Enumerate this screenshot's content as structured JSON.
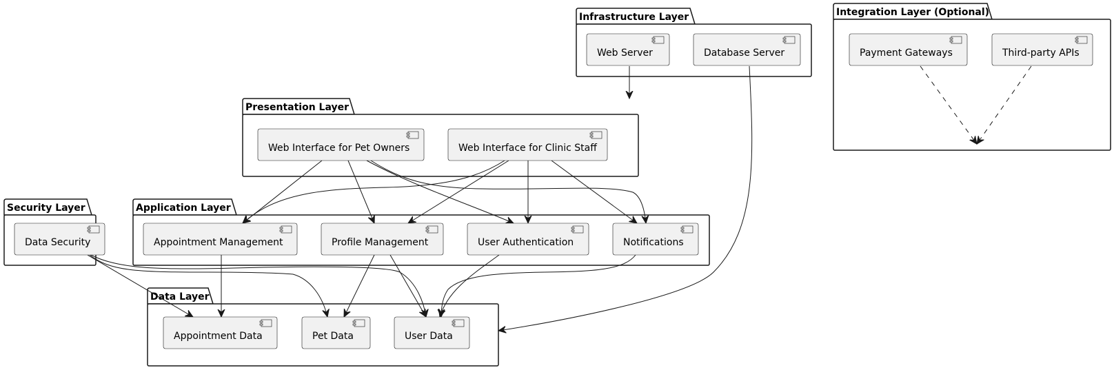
{
  "diagram": {
    "packages": {
      "infrastructure": {
        "title": "Infrastructure Layer"
      },
      "integration": {
        "title": "Integration Layer (Optional)"
      },
      "presentation": {
        "title": "Presentation Layer"
      },
      "security": {
        "title": "Security Layer"
      },
      "application": {
        "title": "Application Layer"
      },
      "data": {
        "title": "Data Layer"
      }
    },
    "components": {
      "web_server": "Web Server",
      "database_server": "Database Server",
      "payment_gateways": "Payment Gateways",
      "third_party_apis": "Third-party APIs",
      "web_pet_owners": "Web Interface for Pet Owners",
      "web_clinic_staff": "Web Interface for Clinic Staff",
      "data_security": "Data Security",
      "appointment_management": "Appointment Management",
      "profile_management": "Profile Management",
      "user_authentication": "User Authentication",
      "notifications": "Notifications",
      "appointment_data": "Appointment Data",
      "pet_data": "Pet Data",
      "user_data": "User Data"
    },
    "relations": [
      {
        "from": "web_server",
        "to": "presentation_layer",
        "style": "solid"
      },
      {
        "from": "database_server",
        "to": "data_layer",
        "style": "solid"
      },
      {
        "from": "payment_gateways",
        "to": "integration_layer",
        "style": "dashed"
      },
      {
        "from": "third_party_apis",
        "to": "integration_layer",
        "style": "dashed"
      },
      {
        "from": "web_pet_owners",
        "to": "appointment_management",
        "style": "solid"
      },
      {
        "from": "web_pet_owners",
        "to": "profile_management",
        "style": "solid"
      },
      {
        "from": "web_pet_owners",
        "to": "user_authentication",
        "style": "solid"
      },
      {
        "from": "web_pet_owners",
        "to": "notifications",
        "style": "solid"
      },
      {
        "from": "web_clinic_staff",
        "to": "appointment_management",
        "style": "solid"
      },
      {
        "from": "web_clinic_staff",
        "to": "profile_management",
        "style": "solid"
      },
      {
        "from": "web_clinic_staff",
        "to": "user_authentication",
        "style": "solid"
      },
      {
        "from": "web_clinic_staff",
        "to": "notifications",
        "style": "solid"
      },
      {
        "from": "data_security",
        "to": "appointment_data",
        "style": "solid"
      },
      {
        "from": "data_security",
        "to": "pet_data",
        "style": "solid"
      },
      {
        "from": "data_security",
        "to": "user_data",
        "style": "solid"
      },
      {
        "from": "appointment_management",
        "to": "appointment_data",
        "style": "solid"
      },
      {
        "from": "profile_management",
        "to": "pet_data",
        "style": "solid"
      },
      {
        "from": "profile_management",
        "to": "user_data",
        "style": "solid"
      },
      {
        "from": "user_authentication",
        "to": "user_data",
        "style": "solid"
      },
      {
        "from": "notifications",
        "to": "user_data",
        "style": "solid"
      }
    ]
  }
}
